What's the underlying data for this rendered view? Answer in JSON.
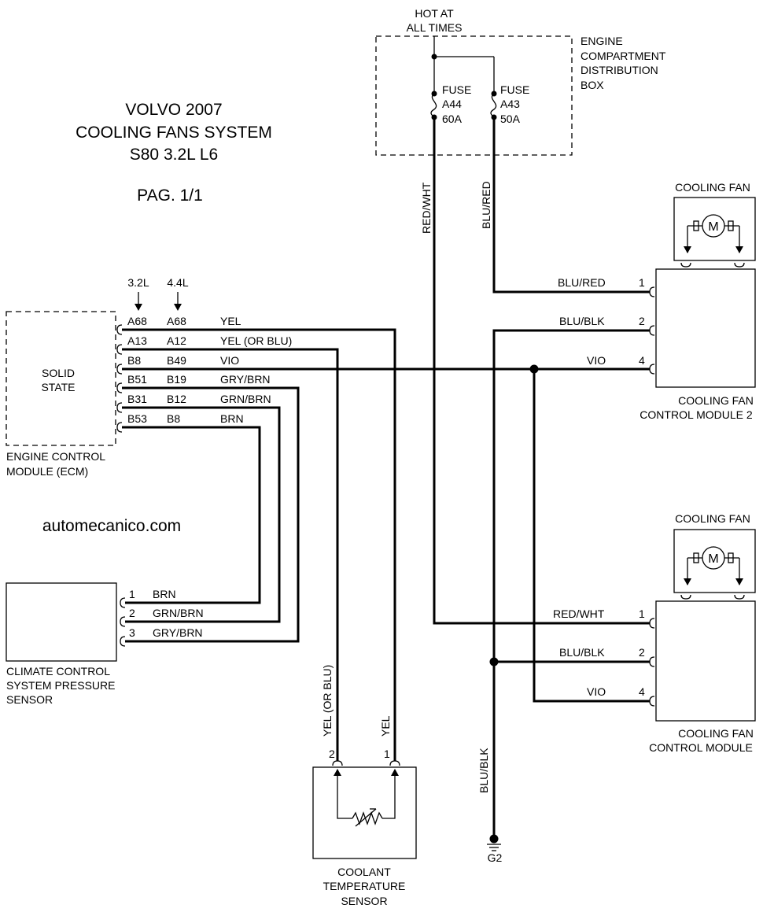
{
  "title": {
    "line1": "VOLVO 2007",
    "line2": "COOLING FANS SYSTEM",
    "line3": "S80 3.2L L6",
    "page": "PAG. 1/1"
  },
  "watermark": "automecanico.com",
  "hot_label": {
    "line1": "HOT AT",
    "line2": "ALL TIMES"
  },
  "distribution_box": {
    "line1": "ENGINE",
    "line2": "COMPARTMENT",
    "line3": "DISTRIBUTION",
    "line4": "BOX",
    "fuses": [
      {
        "word": "FUSE",
        "id": "A44",
        "rating": "60A"
      },
      {
        "word": "FUSE",
        "id": "A43",
        "rating": "50A"
      }
    ]
  },
  "ecm": {
    "inner_line1": "SOLID",
    "inner_line2": "STATE",
    "name_line1": "ENGINE CONTROL",
    "name_line2": "MODULE (ECM)",
    "col_32": "3.2L",
    "col_44": "4.4L",
    "pins": [
      {
        "p32": "A68",
        "p44": "A68",
        "color": "YEL"
      },
      {
        "p32": "A13",
        "p44": "A12",
        "color": "YEL (OR BLU)"
      },
      {
        "p32": "B8",
        "p44": "B49",
        "color": "VIO"
      },
      {
        "p32": "B51",
        "p44": "B19",
        "color": "GRY/BRN"
      },
      {
        "p32": "B31",
        "p44": "B12",
        "color": "GRN/BRN"
      },
      {
        "p32": "B53",
        "p44": "B8",
        "color": "BRN"
      }
    ]
  },
  "pressure_sensor": {
    "line1": "CLIMATE CONTROL",
    "line2": "SYSTEM PRESSURE",
    "line3": "SENSOR",
    "pins": [
      {
        "pin": "1",
        "color": "BRN"
      },
      {
        "pin": "2",
        "color": "GRN/BRN"
      },
      {
        "pin": "3",
        "color": "GRY/BRN"
      }
    ]
  },
  "coolant_sensor": {
    "line1": "COOLANT",
    "line2": "TEMPERATURE",
    "line3": "SENSOR",
    "pin_left": "2",
    "pin_right": "1",
    "wire_left": "YEL (OR BLU)",
    "wire_right": "YEL"
  },
  "fan_module_2": {
    "fan_label": "COOLING FAN",
    "line1": "COOLING FAN",
    "line2": "CONTROL MODULE 2",
    "pins": [
      {
        "pin": "1",
        "color": "BLU/RED"
      },
      {
        "pin": "2",
        "color": "BLU/BLK"
      },
      {
        "pin": "4",
        "color": "VIO"
      }
    ]
  },
  "fan_module_1": {
    "fan_label": "COOLING FAN",
    "line1": "COOLING FAN",
    "line2": "CONTROL MODULE",
    "pins": [
      {
        "pin": "1",
        "color": "RED/WHT"
      },
      {
        "pin": "2",
        "color": "BLU/BLK"
      },
      {
        "pin": "4",
        "color": "VIO"
      }
    ]
  },
  "vertical_wires": {
    "red_wht": "RED/WHT",
    "blu_red": "BLU/RED",
    "blu_blk": "BLU/BLK"
  },
  "motor_symbol": "M",
  "ground": "G2"
}
